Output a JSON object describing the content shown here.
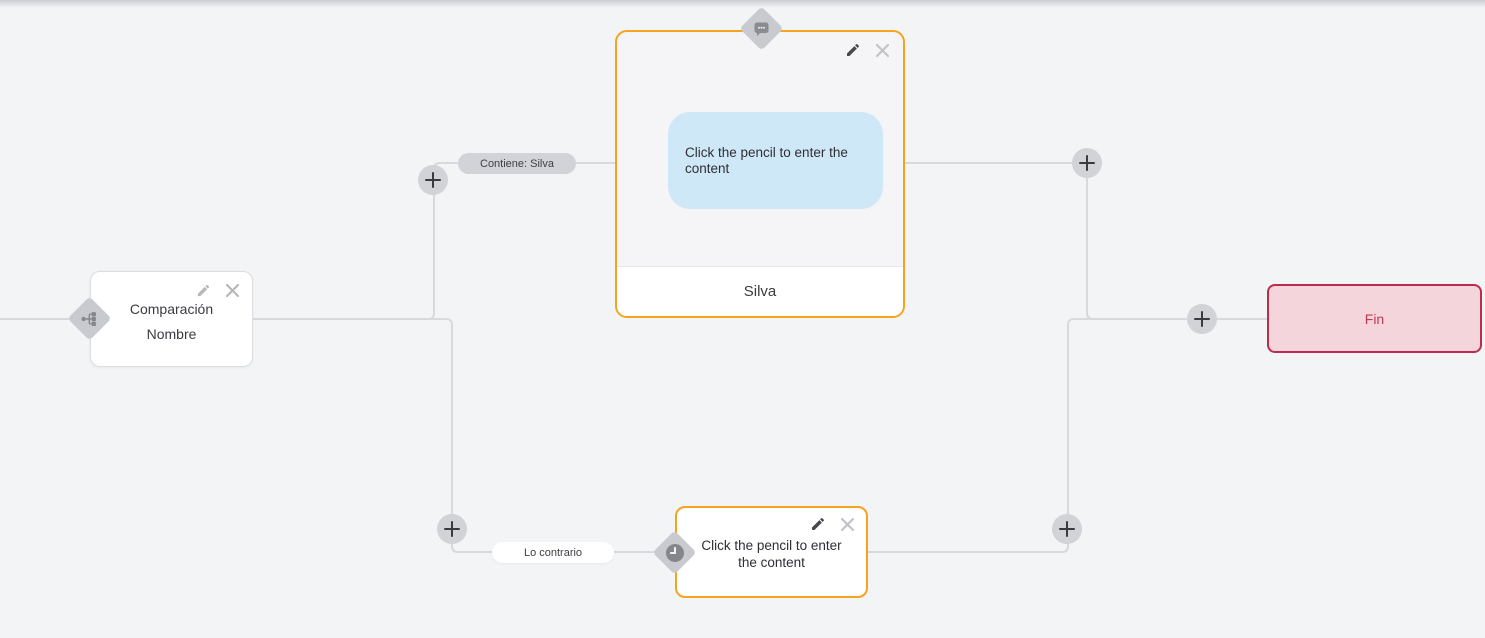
{
  "canvas": {
    "background": "#f3f4f6",
    "edge_color": "#d8d9dd"
  },
  "colors": {
    "accent_orange": "#f6a41f",
    "end_border": "#bd2c4e",
    "end_fill": "#f3d5db",
    "end_text": "#c03a56",
    "bubble_blue": "#cfe8f7",
    "pill_gray": "#d2d3d8",
    "diamond_gray": "#c9cad0"
  },
  "condition_node": {
    "line1": "Comparación",
    "line2": "Nombre",
    "type_icon": "sitemap-icon"
  },
  "edges": {
    "contains_label": "Contiene: Silva",
    "otherwise_label": "Lo contrario"
  },
  "message_node": {
    "bubble_text": "Click the pencil to enter the content",
    "footer_label": "Silva",
    "type_icon": "message-icon"
  },
  "wait_node": {
    "text": "Click the pencil to enter the content",
    "type_icon": "clock-icon"
  },
  "end_node": {
    "label": "Fin"
  }
}
